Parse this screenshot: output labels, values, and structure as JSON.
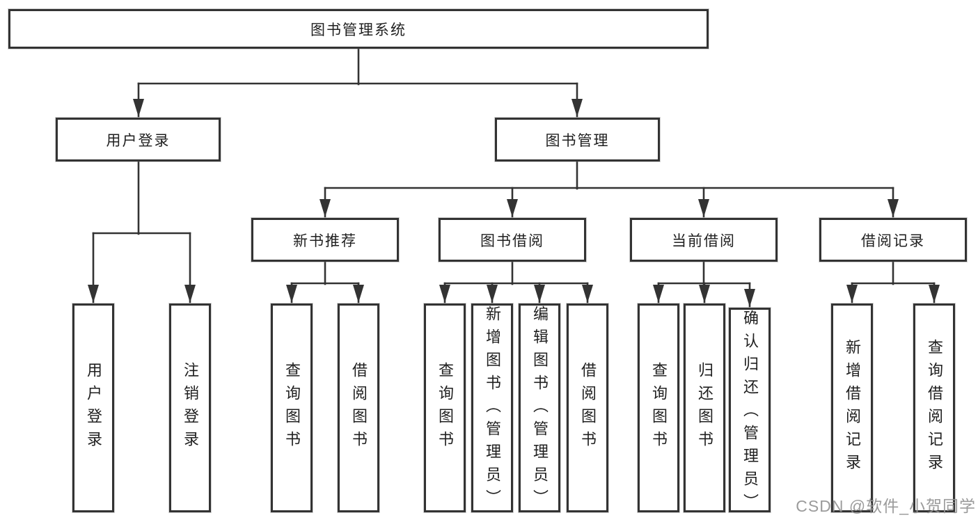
{
  "tree": {
    "root_label": "图书管理系统",
    "branches": [
      {
        "label": "用户登录",
        "leaves": [
          "用户登录",
          "注销登录"
        ]
      },
      {
        "label": "图书管理",
        "groups": [
          {
            "label": "新书推荐",
            "leaves": [
              "查询图书",
              "借阅图书"
            ]
          },
          {
            "label": "图书借阅",
            "leaves": [
              "查询图书",
              "新增图书（管理员）",
              "编辑图书（管理员）",
              "借阅图书"
            ]
          },
          {
            "label": "当前借阅",
            "leaves": [
              "查询图书",
              "归还图书",
              "确认归还（管理员）"
            ]
          },
          {
            "label": "借阅记录",
            "leaves": [
              "新增借阅记录",
              "查询借阅记录"
            ]
          }
        ]
      }
    ]
  },
  "watermark": {
    "text": "CSDN @软件_小贺同学"
  },
  "colors": {
    "line": "#333333",
    "text": "#1f1f1f",
    "watermark": "#969696",
    "background": "#ffffff"
  }
}
